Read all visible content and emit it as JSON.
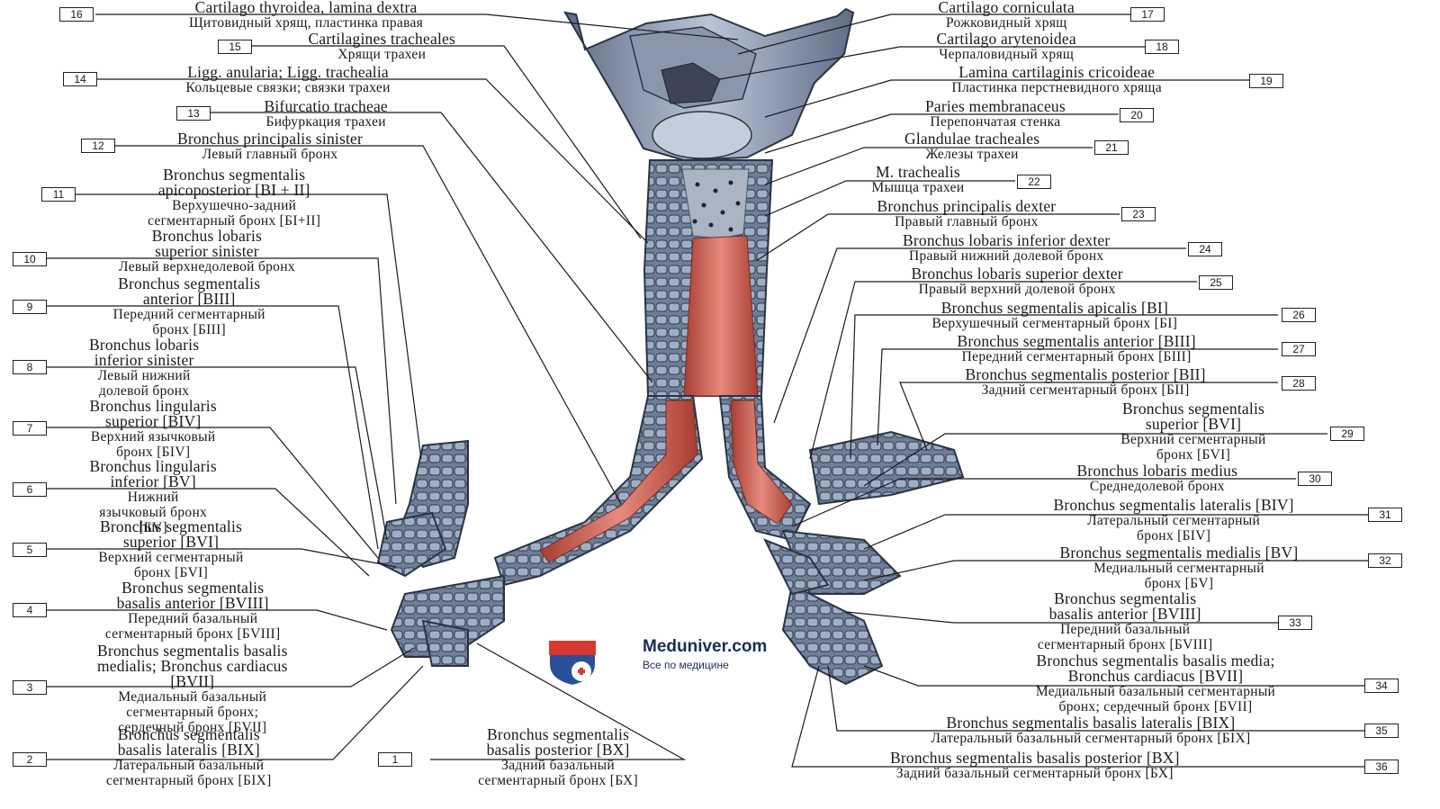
{
  "logo": {
    "site": "Meduniver.com",
    "tagline": "Все по медицине"
  },
  "labels": [
    {
      "n": "1",
      "la": "Bronchus segmentalis basalis posterior [BX]",
      "ru": "Задний базальный сегментарный бронх [БХ]"
    },
    {
      "n": "2",
      "la": "Bronchus segmentalis basalis lateralis [BIX]",
      "ru": "Латеральный базальный сегментарный бронх [БIX]"
    },
    {
      "n": "3",
      "la": "Bronchus segmentalis basalis medialis; Bronchus cardiacus [BVII]",
      "ru": "Медиальный базальный сегментарный бронх; сердечный бронх [БVII]"
    },
    {
      "n": "4",
      "la": "Bronchus segmentalis basalis anterior [BVIII]",
      "ru": "Передний базальный сегментарный бронх [БVIII]"
    },
    {
      "n": "5",
      "la": "Bronchus segmentalis superior [BVI]",
      "ru": "Верхний сегментарный бронх [БVI]"
    },
    {
      "n": "6",
      "la": "Bronchus lingularis inferior [BV]",
      "ru": "Нижний язычковый бронх [БV]"
    },
    {
      "n": "7",
      "la": "Bronchus lingularis superior [BIV]",
      "ru": "Верхний язычковый бронх [БIV]"
    },
    {
      "n": "8",
      "la": "Bronchus lobaris inferior sinister",
      "ru": "Левый нижний долевой бронх"
    },
    {
      "n": "9",
      "la": "Bronchus segmentalis anterior [BIII]",
      "ru": "Передний сегментарный бронх [БIII]"
    },
    {
      "n": "10",
      "la": "Bronchus lobaris superior sinister",
      "ru": "Левый верхнедолевой бронх"
    },
    {
      "n": "11",
      "la": "Bronchus segmentalis apicoposterior [BI + II]",
      "ru": "Верхушечно-задний сегментарный бронх [БI+II]"
    },
    {
      "n": "12",
      "la": "Bronchus principalis sinister",
      "ru": "Левый главный бронх"
    },
    {
      "n": "13",
      "la": "Bifurcatio tracheae",
      "ru": "Бифуркация трахеи"
    },
    {
      "n": "14",
      "la": "Ligg. anularia; Ligg. trachealia",
      "ru": "Кольцевые связки; связки трахеи"
    },
    {
      "n": "15",
      "la": "Cartilagines tracheales",
      "ru": "Хрящи трахеи"
    },
    {
      "n": "16",
      "la": "Cartilago thyroidea, lamina dextra",
      "ru": "Щитовидный хрящ, пластинка правая"
    },
    {
      "n": "17",
      "la": "Cartilago corniculata",
      "ru": "Рожковидный хрящ"
    },
    {
      "n": "18",
      "la": "Cartilago arytenoidea",
      "ru": "Черпаловидный хрящ"
    },
    {
      "n": "19",
      "la": "Lamina cartilaginis cricoideae",
      "ru": "Пластинка перстневидного хряща"
    },
    {
      "n": "20",
      "la": "Paries membranaceus",
      "ru": "Перепончатая стенка"
    },
    {
      "n": "21",
      "la": "Glandulae tracheales",
      "ru": "Железы трахеи"
    },
    {
      "n": "22",
      "la": "M. trachealis",
      "ru": "Мышца трахеи"
    },
    {
      "n": "23",
      "la": "Bronchus principalis dexter",
      "ru": "Правый главный бронх"
    },
    {
      "n": "24",
      "la": "Bronchus lobaris inferior dexter",
      "ru": "Правый нижний долевой бронх"
    },
    {
      "n": "25",
      "la": "Bronchus lobaris superior dexter",
      "ru": "Правый верхний долевой бронх"
    },
    {
      "n": "26",
      "la": "Bronchus segmentalis apicalis [BI]",
      "ru": "Верхушечный сегментарный бронх [БI]"
    },
    {
      "n": "27",
      "la": "Bronchus segmentalis anterior [BIII]",
      "ru": "Передний сегментарный бронх [БIII]"
    },
    {
      "n": "28",
      "la": "Bronchus segmentalis posterior [BII]",
      "ru": "Задний сегментарный бронх [БII]"
    },
    {
      "n": "29",
      "la": "Bronchus segmentalis superior [BVI]",
      "ru": "Верхний сегментарный бронх [БVI]"
    },
    {
      "n": "30",
      "la": "Bronchus lobaris medius",
      "ru": "Среднедолевой бронх"
    },
    {
      "n": "31",
      "la": "Bronchus segmentalis lateralis [BIV]",
      "ru": "Латеральный сегментарный бронх [БIV]"
    },
    {
      "n": "32",
      "la": "Bronchus segmentalis medialis [BV]",
      "ru": "Медиальный сегментарный бронх [БV]"
    },
    {
      "n": "33",
      "la": "Bronchus segmentalis basalis anterior [BVIII]",
      "ru": "Передний базальный сегментарный бронх [БVIII]"
    },
    {
      "n": "34",
      "la": "Bronchus segmentalis basalis media; Bronchus cardiacus [BVII]",
      "ru": "Медиальный базальный сегментарный бронх; сердечный бронх [БVII]"
    },
    {
      "n": "35",
      "la": "Bronchus segmentalis basalis lateralis [BIX]",
      "ru": "Латеральный базальный сегментарный бронх [БIX]"
    },
    {
      "n": "36",
      "la": "Bronchus segmentalis basalis posterior [BX]",
      "ru": "Задний базальный сегментарный бронх [БХ]"
    }
  ],
  "colors": {
    "cartilage": "#7f8ea6",
    "muscle": "#c8584a",
    "logo_red": "#d8392f",
    "logo_blue": "#2a4f9a"
  }
}
